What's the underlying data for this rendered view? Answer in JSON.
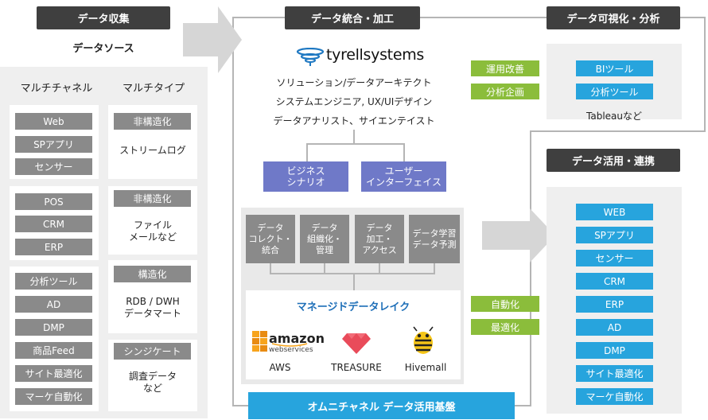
{
  "headers": {
    "collect": "データ収集",
    "integrate": "データ統合・加工",
    "visualize": "データ可視化・分析",
    "utilize": "データ活用・連携"
  },
  "source": {
    "title": "データソース",
    "col1": "マルチチャネル",
    "col2": "マルチタイプ",
    "channels": [
      [
        "Web",
        "SPアプリ",
        "センサー"
      ],
      [
        "POS",
        "CRM",
        "ERP"
      ],
      [
        "分析ツール",
        "AD",
        "DMP",
        "商品Feed",
        "サイト最適化",
        "マーケ自動化"
      ]
    ],
    "types": [
      {
        "tag": "非構造化",
        "desc": "ストリームログ"
      },
      {
        "tag": "非構造化",
        "desc": "ファイル\nメールなど"
      },
      {
        "tag": "構造化",
        "desc": "RDB / DWH\nデータマート"
      },
      {
        "tag": "シンジケート",
        "desc": "調査データ\nなど"
      }
    ]
  },
  "center": {
    "logo": "tyrellsystems",
    "roles": [
      "ソリューション/データアーキテクト",
      "システムエンジニア, UX/UIデザイン",
      "データアナリスト、サイエンテイスト"
    ],
    "purple": [
      "ビジネス\nシナリオ",
      "ユーザー\nインターフェイス"
    ],
    "processes": [
      "データ\nコレクト・\n統合",
      "データ\n組織化・\n管理",
      "データ\n加工・\nアクセス",
      "データ学習\nデータ予測"
    ],
    "lake_title": "マネージドデータレイク",
    "aws_logo_main": "amazon",
    "aws_logo_sub": "webservices",
    "vendors": [
      "AWS",
      "TREASURE",
      "Hivemall"
    ],
    "base": "オムニチャネル データ活用基盤"
  },
  "green": {
    "top": [
      "運用改善",
      "分析企画"
    ],
    "bottom": [
      "自動化",
      "最適化"
    ]
  },
  "visualize": {
    "tools": [
      "BIツール",
      "分析ツール"
    ],
    "note": "Tableauなど"
  },
  "utilize": {
    "items": [
      "WEB",
      "SPアプリ",
      "センサー",
      "CRM",
      "ERP",
      "AD",
      "DMP",
      "サイト最適化",
      "マーケ自動化"
    ]
  },
  "colors": {
    "header": "#3f3f3f",
    "gray_tag": "#8a8a8a",
    "blue_tag": "#27a4dd",
    "green_tag": "#8bbd3b",
    "purple_tag": "#6f79c8",
    "panel": "#efefef",
    "aws_orange": "#f7a41d",
    "treasure_red": "#e94b5a"
  }
}
